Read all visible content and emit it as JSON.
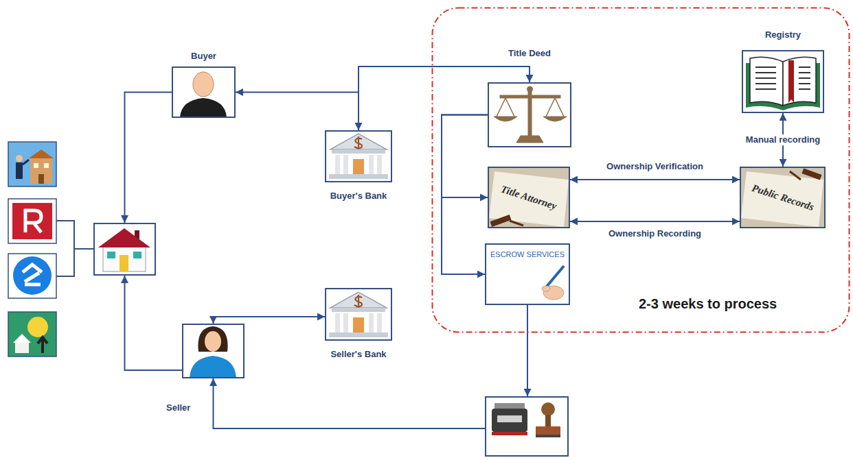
{
  "diagram": {
    "nodes": [
      {
        "text": [
          "Buyer"
        ]
      },
      {
        "text": [
          "Buyer's Bank"
        ]
      },
      {
        "text": []
      },
      {
        "text": [
          "Seller's Bank"
        ]
      },
      {
        "text": [
          "Seller"
        ]
      },
      {
        "text": [
          "2-3 weeks to process"
        ]
      },
      {
        "text": [
          "Title Deed"
        ],
        "in": 5
      },
      {
        "text": [
          "Registry"
        ],
        "in": 5
      },
      {
        "text": [
          "Title Attorney"
        ],
        "in": 5
      },
      {
        "text": [
          "Public Records"
        ],
        "in": 5
      },
      {
        "text": [
          "ESCROW SERVICES"
        ],
        "in": 5
      },
      {
        "text": []
      }
    ],
    "edges": [
      {
        "from": 0,
        "to": 2,
        "arrow": "to"
      },
      {
        "from": 4,
        "to": 2,
        "arrow": "to"
      },
      {
        "from": 1,
        "to": 0,
        "arrow": "to"
      },
      {
        "from": 1,
        "to": 6,
        "arrow": "both"
      },
      {
        "from": 4,
        "to": 3,
        "arrow": "both"
      },
      {
        "from": 6,
        "to": 8,
        "arrow": "to"
      },
      {
        "from": 6,
        "to": 10,
        "arrow": "to"
      },
      {
        "from": 8,
        "to": 9,
        "label": "Ownership Verification",
        "arrow": "both"
      },
      {
        "from": 8,
        "to": 9,
        "label": "Ownership Recording",
        "arrow": "both"
      },
      {
        "from": 7,
        "to": 9,
        "label": "Manual recording",
        "arrow": "both"
      },
      {
        "from": 10,
        "to": 11,
        "arrow": "to"
      },
      {
        "from": 11,
        "to": 4,
        "arrow": "to"
      }
    ]
  }
}
